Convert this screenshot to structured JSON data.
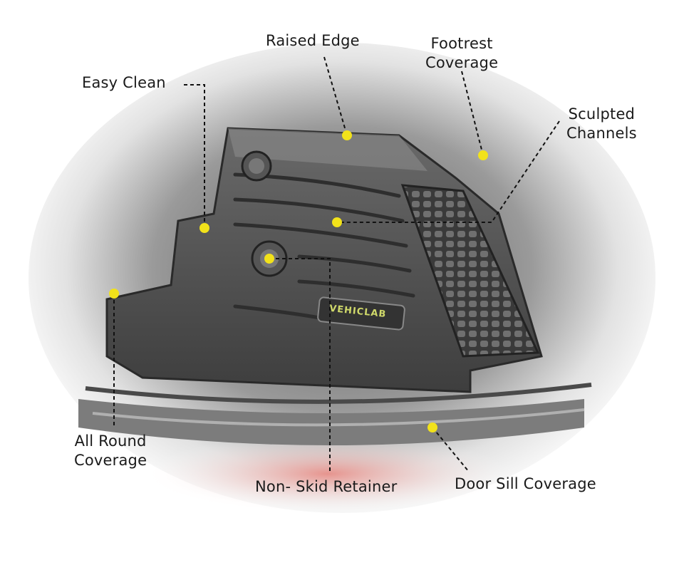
{
  "diagram": {
    "subject": "car floor mat",
    "brand_mark": "VEHICLAB",
    "colors": {
      "marker": "#f2e21a",
      "leader_line": "#111111",
      "label_text": "#1a1a1a",
      "brand_text": "#cfd86a"
    },
    "callouts": [
      {
        "id": "raised-edge",
        "lines": [
          "Raised Edge"
        ]
      },
      {
        "id": "footrest-coverage",
        "lines": [
          "Footrest",
          "Coverage"
        ]
      },
      {
        "id": "easy-clean",
        "lines": [
          "Easy Clean"
        ]
      },
      {
        "id": "sculpted-channels",
        "lines": [
          "Sculpted",
          "Channels"
        ]
      },
      {
        "id": "all-round-coverage",
        "lines": [
          "All Round",
          "Coverage"
        ]
      },
      {
        "id": "non-skid-retainer",
        "lines": [
          "Non- Skid Retainer"
        ]
      },
      {
        "id": "door-sill-coverage",
        "lines": [
          "Door Sill Coverage"
        ]
      }
    ]
  }
}
